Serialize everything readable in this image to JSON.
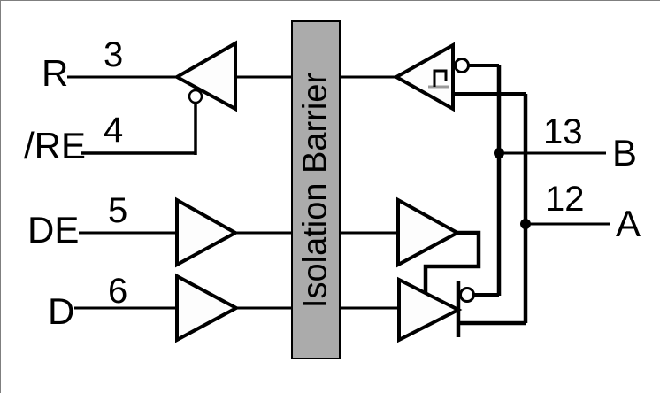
{
  "barrier": {
    "label": "Isolation Barrier"
  },
  "pins": {
    "r": {
      "name": "R",
      "number": "3"
    },
    "re": {
      "name": "/RE",
      "number": "4"
    },
    "de": {
      "name": "DE",
      "number": "5"
    },
    "d": {
      "name": "D",
      "number": "6"
    },
    "b": {
      "name": "B",
      "number": "13"
    },
    "a": {
      "name": "A",
      "number": "12"
    }
  },
  "icons": {
    "hysteresis_icon": "schmitt-trigger-step",
    "inversion_bubble": "logic-inversion-circle",
    "junction_dot": "wire-junction",
    "buffer_triangle": "amplifier-buffer"
  },
  "colors": {
    "background": "#ffffff",
    "line": "#000000",
    "barrier_fill": "#ababab",
    "barrier_stroke": "#000000",
    "triangle_fill": "#fdfdfd",
    "frame_border": "#7f7f7f",
    "hysteresis_base": "#9a9a9a"
  }
}
